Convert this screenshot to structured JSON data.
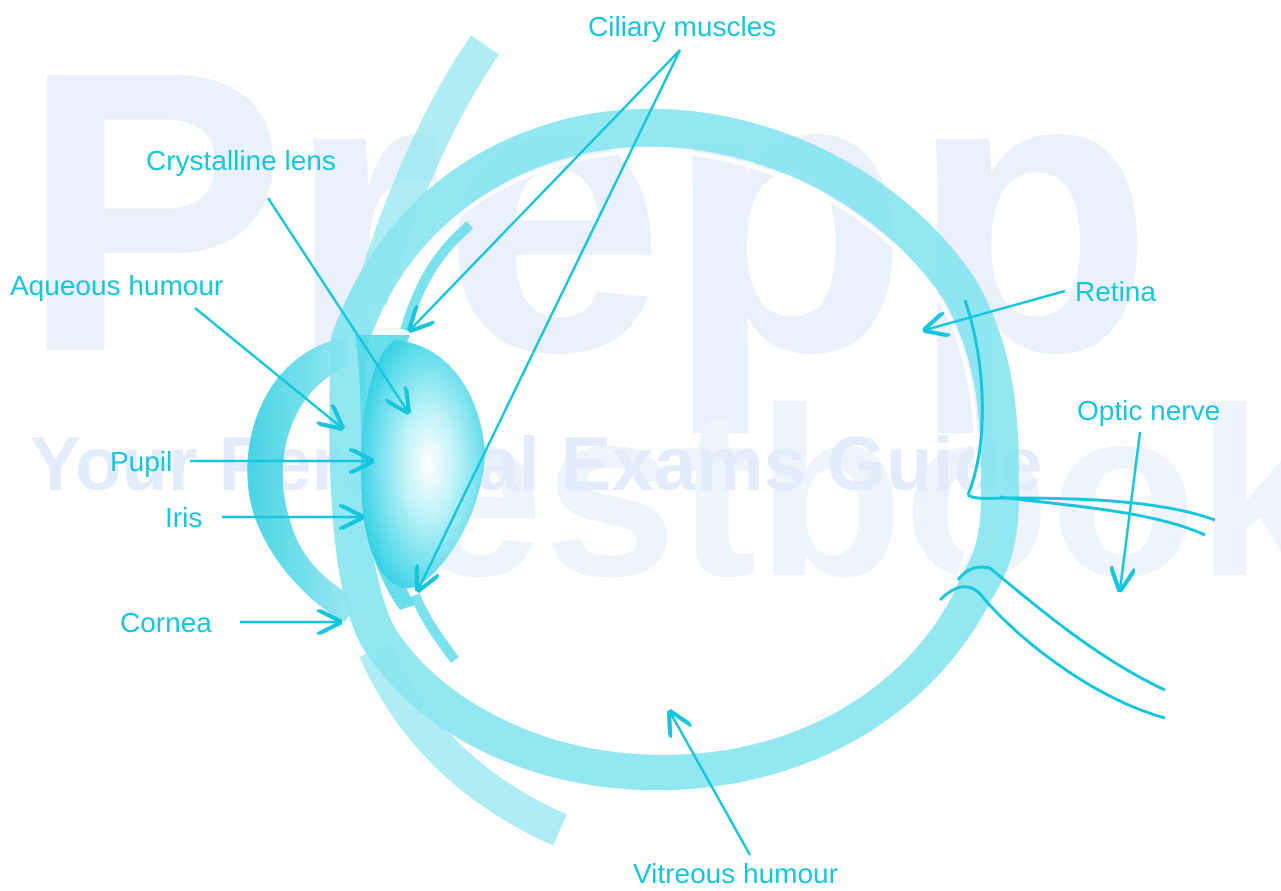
{
  "watermark": {
    "brand": "Prepp",
    "tagline": "Your Personal Exams Guide",
    "partner": "testbook"
  },
  "colors": {
    "accent": "#16c6dc",
    "light": "#7fe3ee",
    "watermark": "#e8f0fb"
  },
  "labels": {
    "ciliary_muscles": "Ciliary muscles",
    "crystalline_lens": "Crystalline lens",
    "aqueous_humour": "Aqueous humour",
    "pupil": "Pupil",
    "iris": "Iris",
    "cornea": "Cornea",
    "retina": "Retina",
    "optic_nerve": "Optic nerve",
    "vitreous_humour": "Vitreous humour"
  }
}
